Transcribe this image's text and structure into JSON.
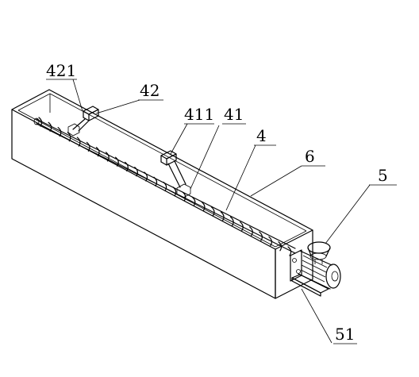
{
  "labels": {
    "l421": "421",
    "l42": "42",
    "l411": "411",
    "l41": "41",
    "l4": "4",
    "l6": "6",
    "l5": "5",
    "l51": "51"
  },
  "colors": {
    "ink": "#000000",
    "paper": "#ffffff"
  }
}
